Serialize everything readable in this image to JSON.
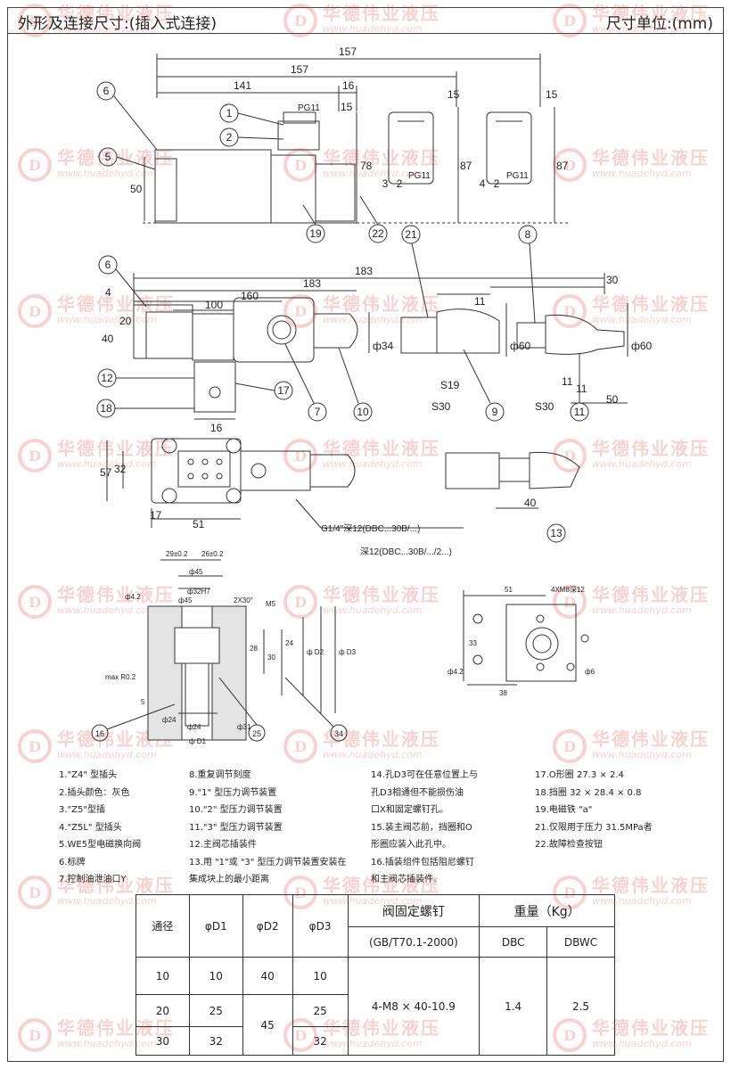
{
  "header": {
    "title": "外形及连接尺寸:(插入式连接)",
    "unit": "尺寸单位:(mm)"
  },
  "watermark": {
    "name": "华德伟业液压",
    "url": "www.huadehyd.com"
  },
  "drawing1": {
    "dims": [
      "157",
      "157",
      "141",
      "16",
      "15",
      "15",
      "15",
      "78",
      "87",
      "87",
      "50"
    ],
    "callouts": [
      "1",
      "2",
      "5",
      "6",
      "19",
      "22",
      "3",
      "2",
      "4",
      "2"
    ],
    "pg": [
      "PG11",
      "PG11",
      "PG11"
    ]
  },
  "drawing2": {
    "dims": [
      "183",
      "183",
      "160",
      "100",
      "30",
      "4",
      "20",
      "40",
      "11",
      "11",
      "11",
      "50",
      "ф34",
      "ф60",
      "ф60",
      "S19",
      "S30",
      "S30",
      "16"
    ],
    "callouts": [
      "6",
      "12",
      "17",
      "18",
      "7",
      "10",
      "21",
      "9",
      "8",
      "11"
    ]
  },
  "drawing3": {
    "dims": [
      "57",
      "32",
      "17",
      "51",
      "40"
    ],
    "callouts": [
      "13"
    ],
    "port_note_1": "G1/4\"深12(DBC...30B/...)",
    "port_note_2": "深12(DBC...30B/.../2...)"
  },
  "drawing4": {
    "dims": [
      "29±0.2",
      "26±0.2",
      "ф32H7",
      "ф4.2",
      "ф45",
      "2X30°",
      "M5",
      "max R0.2",
      "ф24",
      "ф31",
      "ф24",
      "ф45",
      "ф D1",
      "ф D2",
      "ф D3",
      "30",
      "24",
      "28",
      "5"
    ],
    "callouts": [
      "16",
      "25",
      "34"
    ]
  },
  "drawing5": {
    "dims": [
      "51",
      "4XM8深12",
      "ф4.2",
      "33",
      "38",
      "ф6"
    ]
  },
  "notes": {
    "col1": [
      "1.\"Z4\" 型插头",
      "2.插头颜色：灰色",
      "3.\"Z5\"型插",
      "4.\"Z5L\" 型插头",
      "5.WE5型电磁换向阀",
      "6.标牌",
      "7.控制油泄油口Y"
    ],
    "col2": [
      "8.重复调节刻度",
      "9.\"1\" 型压力调节装置",
      "10.\"2\" 型压力调节装置",
      "11.\"3\" 型压力调节装置",
      "12.主阀芯插装件",
      "13.用 \"1\"或 \"3\" 型压力调节装置安装在",
      "集成块上的最小距离"
    ],
    "col3": [
      "14.孔D3可在任意位置上与",
      "孔D3相通但不能损伤油",
      "口X和固定螺钉孔。",
      "15.装主阀芯前，挡圈和O",
      "形圈应装入此孔中。",
      "16.插装组件包括阻尼螺钉",
      "和主阀芯插装件。"
    ],
    "col4": [
      "17.O形圈 27.3 × 2.4",
      "18.挡圈 32 × 28.4 × 0.8",
      "19.电磁铁 \"a\"",
      "21.仅限用于压力 31.5MPa者",
      "22.故障检查按钮"
    ]
  },
  "table": {
    "headers": {
      "bore": "通径",
      "d1": "φD1",
      "d2": "φD2",
      "d3": "φD3",
      "screw": "阀固定螺钉",
      "screw_std": "(GB/T70.1-2000)",
      "weight": "重量（Kg）",
      "dbc": "DBC",
      "dbwc": "DBWC"
    },
    "rows": [
      {
        "bore": "10",
        "d1": "10",
        "d2": "40",
        "d3": "10"
      },
      {
        "bore": "20",
        "d1": "25",
        "d3": "25"
      },
      {
        "bore": "30",
        "d1": "32",
        "d3": "32"
      }
    ],
    "d2_merged": "45",
    "screw": "4-M8 × 40-10.9",
    "dbc_weight": "1.4",
    "dbwc_weight": "2.5"
  }
}
